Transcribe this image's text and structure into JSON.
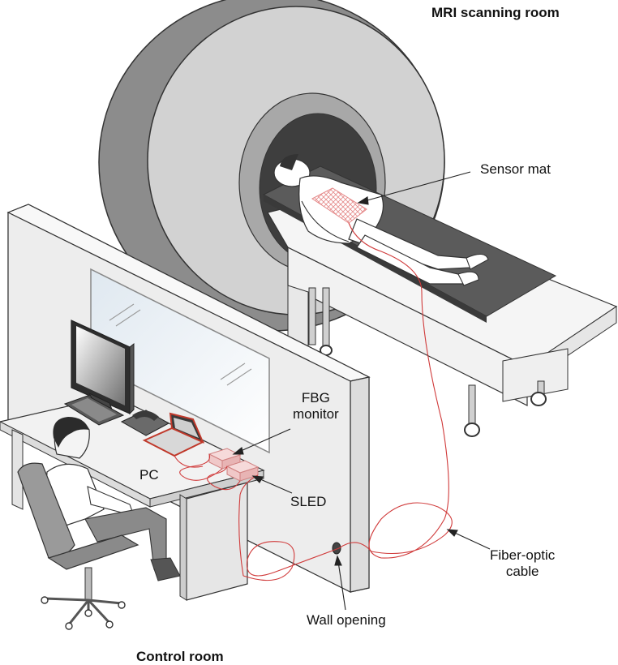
{
  "labels": {
    "mri_room": "MRI scanning room",
    "control_room": "Control room",
    "sensor_mat": "Sensor mat",
    "fbg_monitor": "FBG\nmonitor",
    "pc": "PC",
    "sled": "SLED",
    "fiber_optic_cable": "Fiber-optic\ncable",
    "wall_opening": "Wall opening"
  },
  "colors": {
    "fiber": "#d03a3a",
    "sensor": "#e58a8a",
    "outline": "#333333"
  }
}
